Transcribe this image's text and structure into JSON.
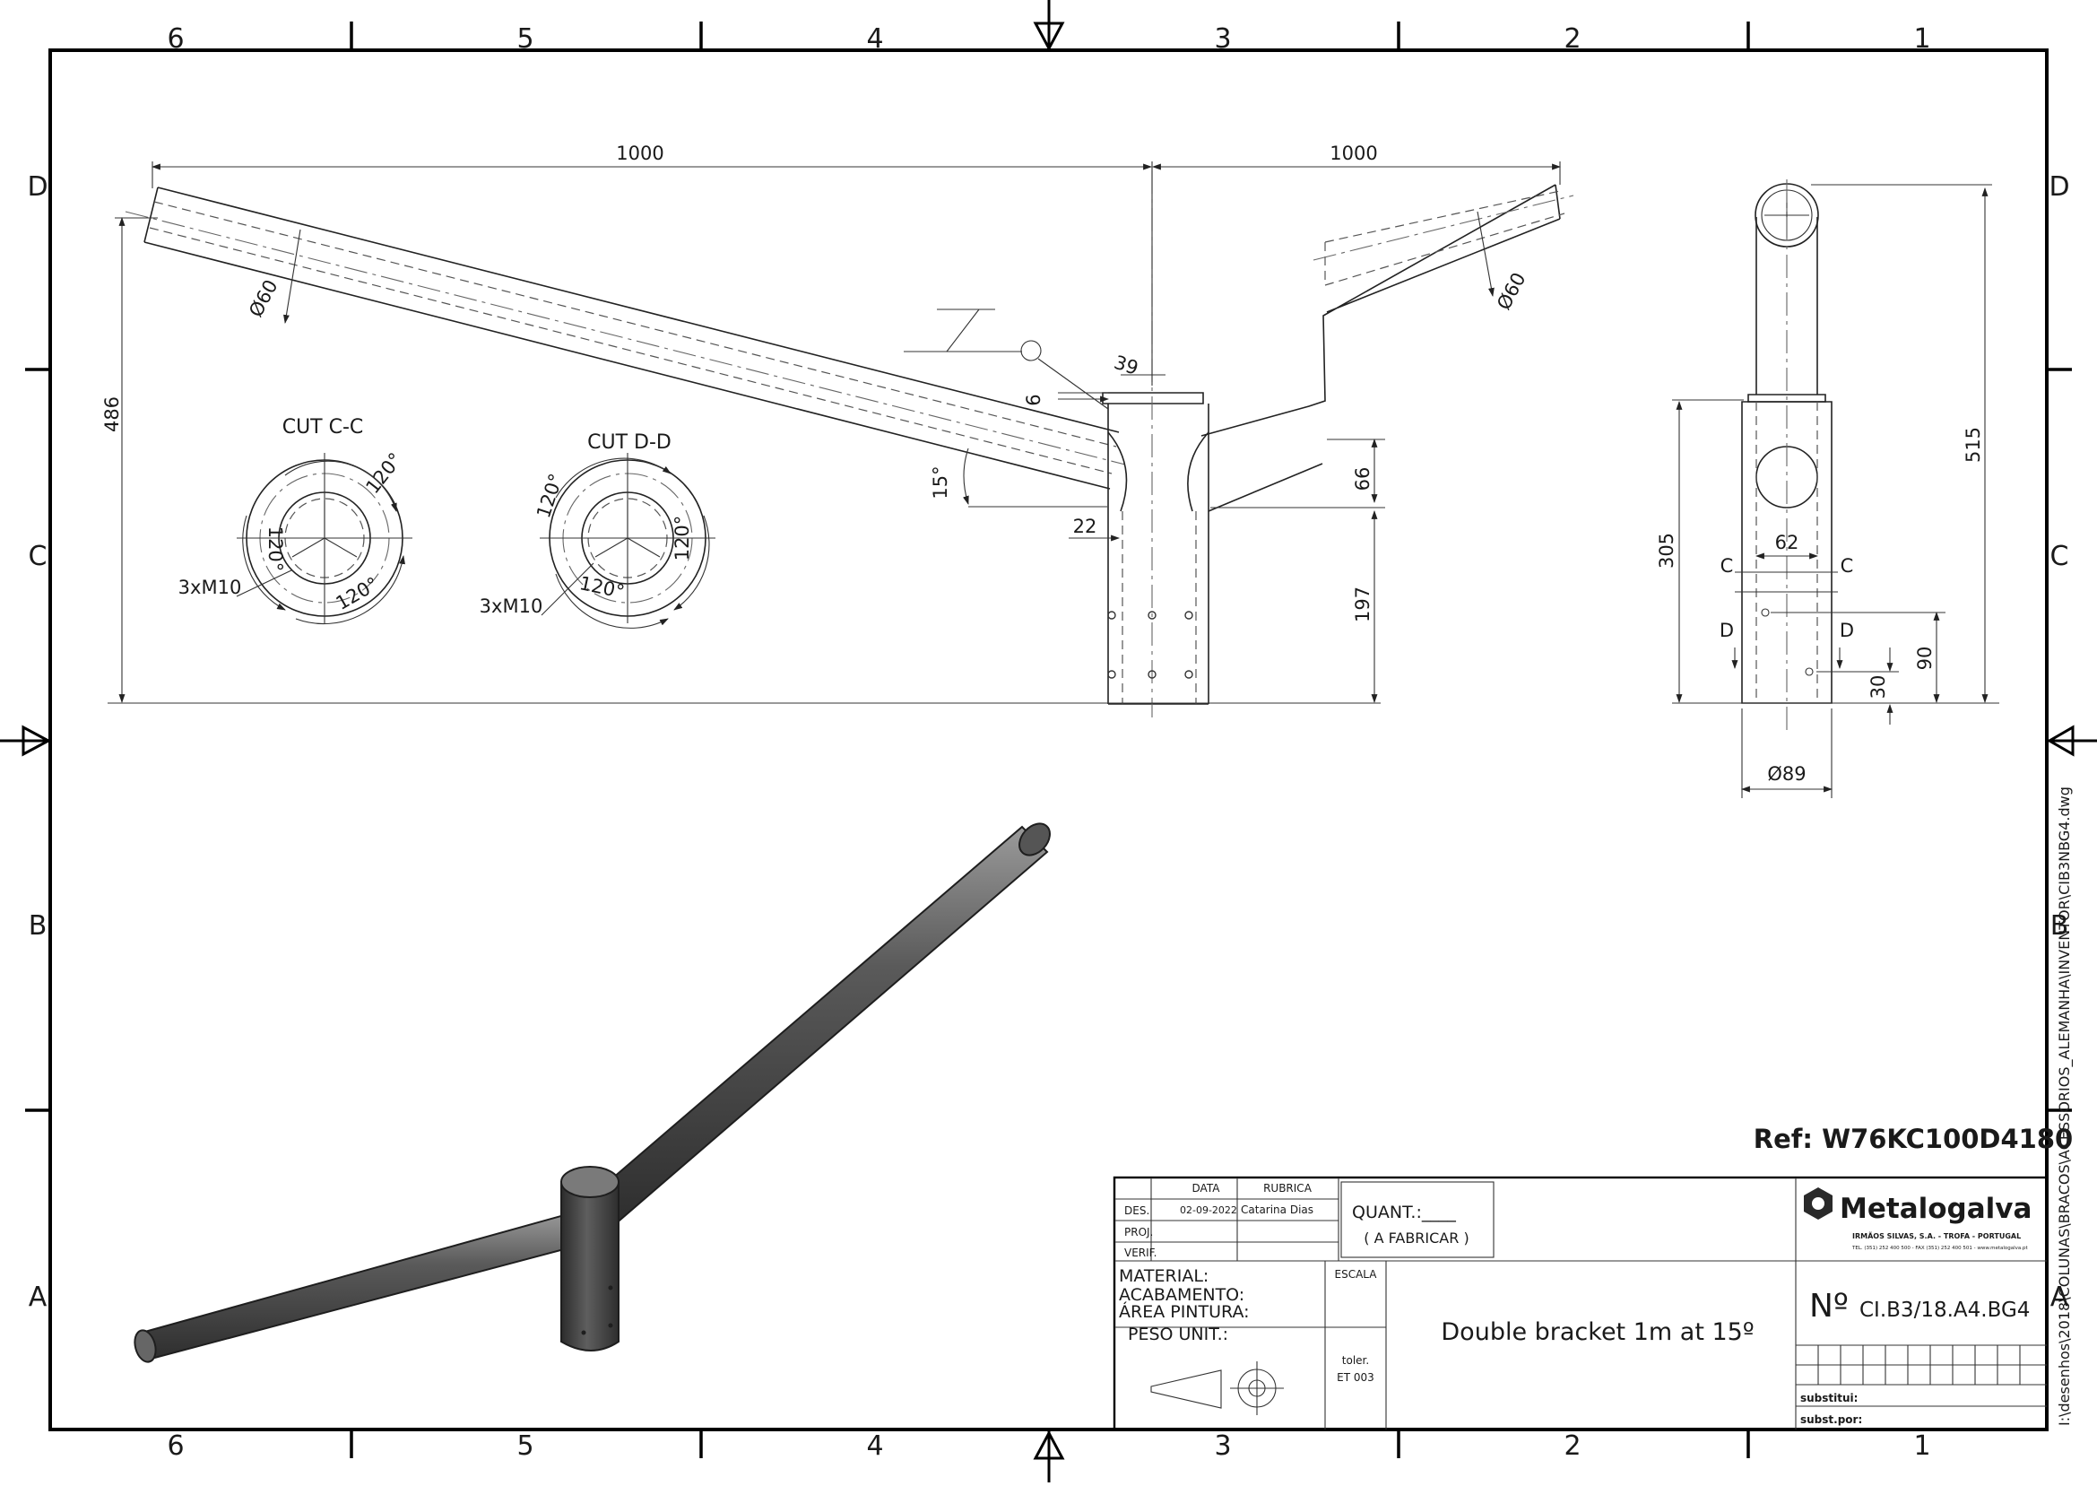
{
  "zones": {
    "columns": [
      "6",
      "5",
      "4",
      "3",
      "2",
      "1"
    ],
    "rows": [
      "D",
      "C",
      "B",
      "A"
    ]
  },
  "front_view": {
    "dim_arm_left": "1000",
    "dim_arm_right": "1000",
    "dim_height_total": "486",
    "dim_39": "39",
    "dim_6": "6",
    "dim_angle": "15°",
    "dim_22": "22",
    "dim_66": "66",
    "dim_197": "197",
    "dim_diam_left": "Ø60",
    "dim_diam_right": "Ø60"
  },
  "cut_cc": {
    "title": "CUT C-C",
    "angle_a": "120°",
    "angle_b": "120°",
    "angle_c": "120°",
    "thread": "3xM10"
  },
  "cut_dd": {
    "title": "CUT D-D",
    "angle_a": "120°",
    "angle_b": "120°",
    "angle_c": "120°",
    "thread": "3xM10"
  },
  "side_view": {
    "dim_515": "515",
    "dim_305": "305",
    "dim_62": "62",
    "dim_90": "90",
    "dim_30": "30",
    "dim_diam_base": "Ø89",
    "section_c": "C",
    "section_d": "D"
  },
  "reference": "Ref: W76KC100D4180",
  "title_block": {
    "col_data": "DATA",
    "col_rubrica": "RUBRICA",
    "row_des": "DES.",
    "row_proj": "PROJ.",
    "row_verif": "VERIF.",
    "des_date": "02-09-2022",
    "des_name": "Catarina Dias",
    "quant": "QUANT.:____",
    "quant_note": "( A FABRICAR )",
    "company": "Metalogalva",
    "company_sub": "IRMÃOS SILVAS, S.A. - TROFA - PORTUGAL",
    "company_contact": "TEL. (351) 252 400 500 - FAX (351) 252 400 501 - www.metalogalva.pt",
    "material": "MATERIAL:",
    "acabamento": "ACABAMENTO:",
    "area_pintura": "ÁREA PINTURA:",
    "peso_unit": "PESO UNIT.:",
    "escala": "ESCALA",
    "toler": "toler.",
    "toler_val": "ET 003",
    "description": "Double bracket 1m at 15º",
    "number_prefix": "Nº",
    "number": "CI.B3/18.A4.BG4",
    "substitui": "substitui:",
    "subst_por": "subst.por:"
  },
  "file_path": "I:\\desenhos\\2018\\COLUNAS\\BRACOS\\ACESSORIOS_ALEMANHA\\INVENTOR\\CIB3NBG4.dwg",
  "colors": {
    "line": "#222222",
    "tube_dark": "#3d3d3d",
    "tube_light": "#8a8a8a",
    "frame": "#000000"
  }
}
